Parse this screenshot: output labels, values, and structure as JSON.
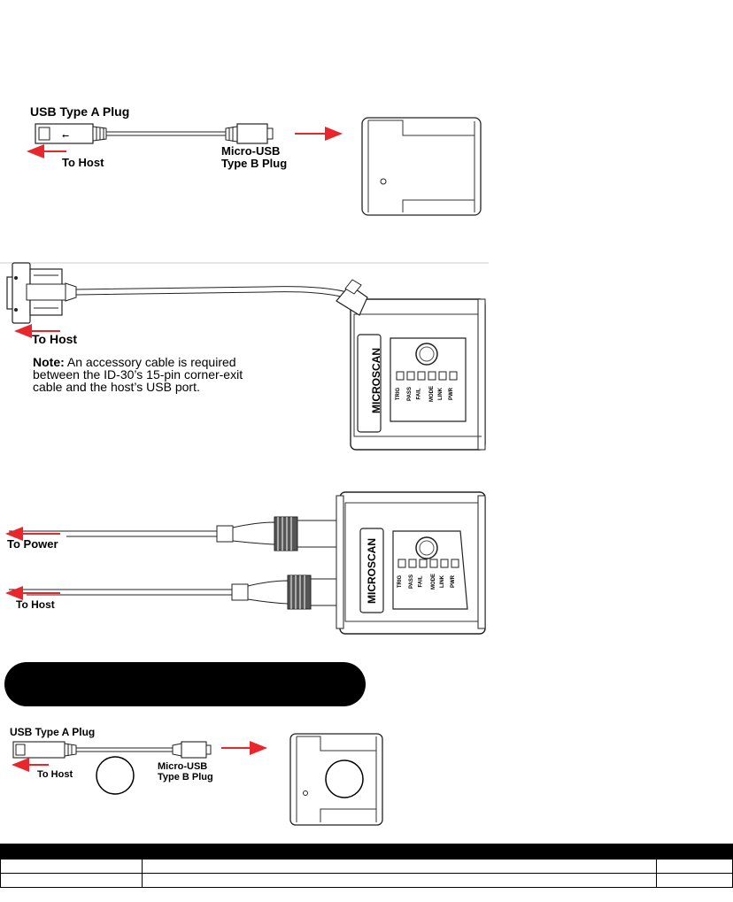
{
  "diagram1": {
    "usb_a_label": "USB Type A Plug",
    "to_host": "To Host",
    "micro_usb_line1": "Micro-USB",
    "micro_usb_line2": "Type B Plug"
  },
  "diagram2": {
    "to_host": "To Host",
    "note_label": "Note:",
    "note_text_line1": "An accessory cable is required",
    "note_text_line2": "between the ID-30’s 15-pin corner-exit",
    "note_text_line3": "cable and the host’s USB port.",
    "brand": "MICROSCAN",
    "leds": [
      "TRIG",
      "PASS",
      "FAIL",
      "MODE",
      "LINK",
      "PWR"
    ]
  },
  "diagram3": {
    "to_power": "To Power",
    "to_host": "To Host",
    "brand": "MICROSCAN",
    "leds": [
      "TRIG",
      "PASS",
      "FAIL",
      "MODE",
      "LINK",
      "PWR"
    ]
  },
  "diagram4": {
    "usb_a_label": "USB Type A Plug",
    "to_host": "To Host",
    "micro_usb_line1": "Micro-USB",
    "micro_usb_line2": "Type B Plug"
  },
  "colors": {
    "arrow": "#e8262c",
    "line": "#222222",
    "gray": "#777777"
  }
}
